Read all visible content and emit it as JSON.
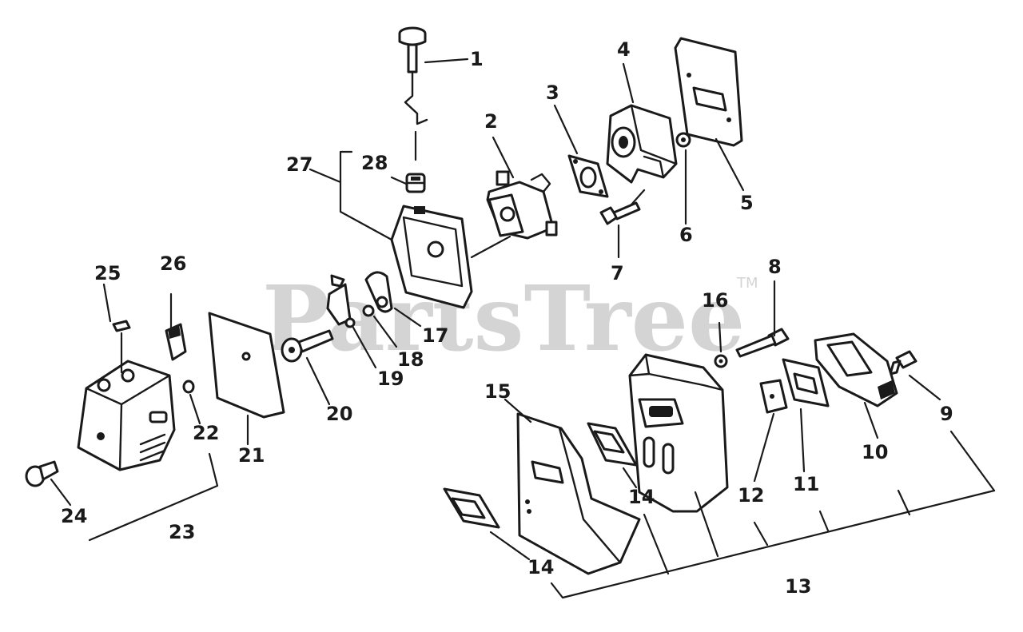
{
  "watermark": {
    "brand": "PartsTree",
    "mark": "TM"
  },
  "callouts": [
    "1",
    "2",
    "3",
    "4",
    "5",
    "6",
    "7",
    "8",
    "9",
    "10",
    "11",
    "12",
    "13",
    "14",
    "14",
    "14",
    "15",
    "16",
    "17",
    "18",
    "19",
    "20",
    "21",
    "22",
    "23",
    "24",
    "25",
    "26",
    "27",
    "28"
  ],
  "colors": {
    "line": "#1a1a1a",
    "watermark": "#d4d4d4",
    "background": "#ffffff"
  }
}
